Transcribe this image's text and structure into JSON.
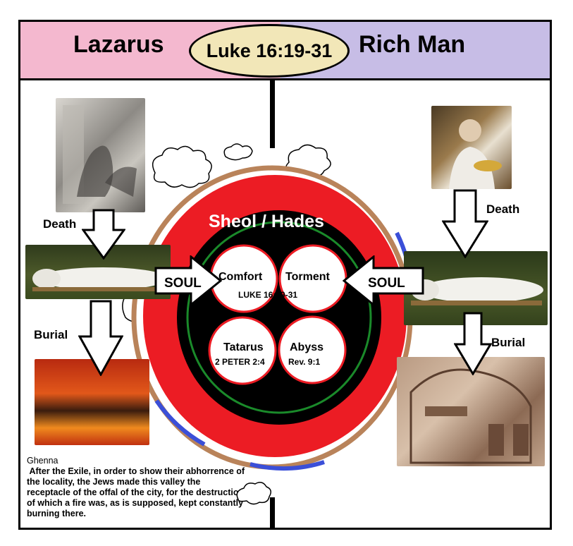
{
  "header": {
    "left_title": "Lazarus",
    "center_ref": "Luke 16:19-31",
    "right_title": "Rich Man"
  },
  "left_column": {
    "death_label": "Death",
    "burial_label": "Burial",
    "soul_label": "SOUL",
    "caption_title": "Ghenna",
    "caption_text": " After the Exile, in order to show their abhorrence of the locality, the Jews made this valley the receptacle of the offal of the city, for the destruction of which a fire was, as is supposed, kept constantly burning there."
  },
  "right_column": {
    "death_label": "Death",
    "burial_label": "Burial",
    "soul_label": "SOUL"
  },
  "sheol": {
    "title": "Sheol / Hades",
    "compartments": [
      {
        "name": "Comfort",
        "ref": "LUKE 16:19-31"
      },
      {
        "name": "Torment",
        "ref": ""
      },
      {
        "name": "Tatarus",
        "ref": "2 PETER 2:4"
      },
      {
        "name": "Abyss",
        "ref": "Rev. 9:1"
      }
    ]
  },
  "colors": {
    "header_left": "#f4b8cf",
    "header_right": "#c7bde6",
    "oval": "#f2e7b8",
    "sheol_red": "#ec1c24",
    "inner_black": "#000000",
    "ring_green": "#1a8a2a",
    "earth_brown": "#b9835a",
    "blue_arc": "#3b4fd8"
  },
  "icons": [
    "down-arrow-icon",
    "right-arrow-icon",
    "left-arrow-icon",
    "cloud-icon"
  ]
}
